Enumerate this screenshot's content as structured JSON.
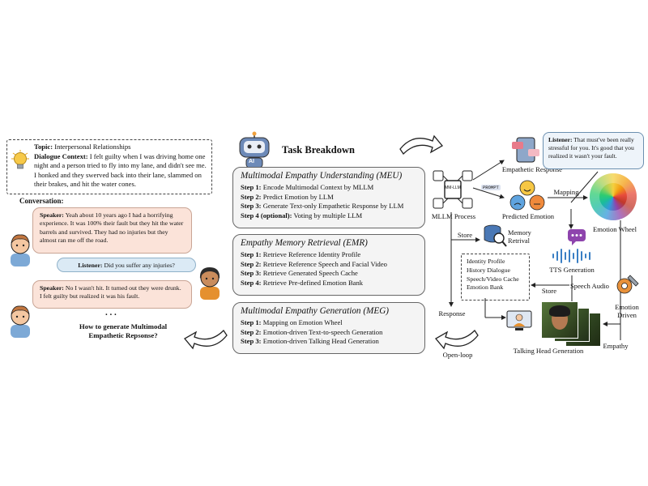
{
  "context": {
    "topic_label": "Topic:",
    "topic": "Interpersonal Relationships",
    "dialogue_label": "Dialogue Context:",
    "dialogue": "I felt guilty when I was driving home one night and a person tried to fly into my lane, and didn't see me. I honked and they swerved back into their lane, slammed on their brakes, and hit the water cones."
  },
  "conversation": {
    "title": "Conversation:",
    "turns": [
      {
        "role": "Speaker:",
        "text": "Yeah about 10 years ago I had a horrifying experience. It was 100% their fault but they hit the water barrels and survived. They had no injuries but they almost ran me off the road."
      },
      {
        "role": "Listener:",
        "text": "Did you suffer any injuries?"
      },
      {
        "role": "Speaker:",
        "text": "No I wasn't hit. It turned out they were drunk. I felt guilty but realized it was his fault."
      }
    ],
    "ellipsis": ". . .",
    "question": "How to generate Multimodal Empathetic Repsonse?"
  },
  "task": {
    "title": "Task Breakdown",
    "robot_label": "AI",
    "meu": {
      "title": "Multimodal Empathy Understanding (MEU)",
      "steps": [
        {
          "k": "Step 1:",
          "v": "Encode Multimodal Context by MLLM"
        },
        {
          "k": "Step 2:",
          "v": "Predict Emotion by LLM"
        },
        {
          "k": "Step 3:",
          "v": "Generate Text-only Empathetic Response by LLM"
        },
        {
          "k": "Step 4 (optional):",
          "v": "Voting by multiple LLM"
        }
      ]
    },
    "emr": {
      "title": "Empathy Memory Retrieval (EMR)",
      "steps": [
        {
          "k": "Step 1:",
          "v": "Retrieve Reference Identity Profile"
        },
        {
          "k": "Step 2:",
          "v": "Retrieve Reference Speech and Facial Video"
        },
        {
          "k": "Step 3:",
          "v": "Retrieve Generated Speech Cache"
        },
        {
          "k": "Step 4:",
          "v": "Retrieve Pre-defined Emotion Bank"
        }
      ]
    },
    "meg": {
      "title": "Multimodal Empathy Generation (MEG)",
      "steps": [
        {
          "k": "Step 1:",
          "v": "Mapping on Emotion Wheel"
        },
        {
          "k": "Step 2:",
          "v": "Emotion-driven Text-to-speech Generation"
        },
        {
          "k": "Step 3:",
          "v": "Emotion-driven Talking Head Generation"
        }
      ]
    }
  },
  "pipeline": {
    "listener_label": "Listener:",
    "listener_text": "That must've been really stressful for you. It's good that you realized it wasn't your fault.",
    "empathetic_response": "Empathetic Response",
    "prompt_tag": "PROMPT",
    "mllm_chip": "MM-LLM",
    "mapping": "Mapping",
    "predicted_emotion": "Predicted Emotion",
    "mllm_process": "MLLM Process",
    "emotion_wheel": "Emotion Wheel",
    "store": "Store",
    "memory_retrieval": "Memory Retrival",
    "tts_generation": "TTS Generation",
    "info_items": [
      "Identity Profile",
      "History Dialogue",
      "Speech/Video Cache",
      "Emotion Bank"
    ],
    "store2": "Store",
    "speech_audio": "Speech Audio",
    "emotion_driven": "Emotion Driven",
    "response": "Response",
    "open_loop": "Open-loop",
    "talking_head": "Talking Head Generation",
    "empathy": "Empathy"
  },
  "colors": {
    "speaker_bubble": "#fbe3d9",
    "listener_bubble": "#dbeaf5",
    "panel_bg": "#f4f4f4",
    "robot": "#6d8ab8"
  }
}
